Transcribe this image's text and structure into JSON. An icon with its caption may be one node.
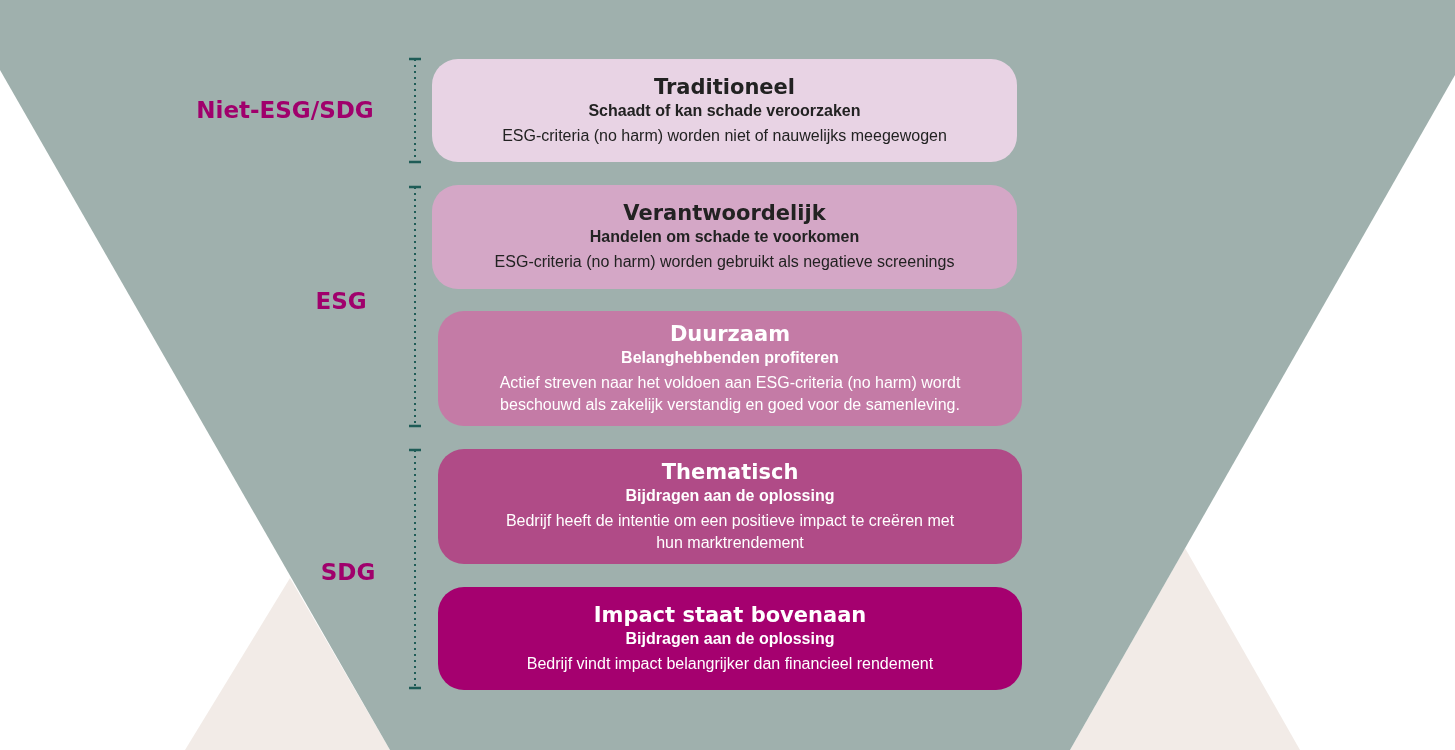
{
  "diagram": {
    "nodes": [
      {
        "text": [
          "Traditioneel",
          "Schaadt of kan schade veroorzaken",
          "ESG-criteria (no harm) worden niet of nauwelijks meegewogen"
        ]
      },
      {
        "text": [
          "Verantwoordelijk",
          "Handelen om schade te voorkomen",
          "ESG-criteria (no harm) worden gebruikt als negatieve screenings"
        ]
      },
      {
        "text": [
          "Duurzaam",
          "Belanghebbenden profiteren",
          "Actief streven naar het voldoen aan ESG-criteria (no harm) wordt beschouwd als zakelijk verstandig en goed voor de samenleving."
        ]
      },
      {
        "text": [
          "Thematisch",
          "Bijdragen aan de oplossing",
          "Bedrijf heeft de intentie om een positieve impact te creëren met hun marktrendement"
        ]
      },
      {
        "text": [
          "Impact staat bovenaan",
          "Bijdragen aan de oplossing",
          "Bedrijf vindt impact belangrijker dan financieel rendement"
        ]
      }
    ],
    "edges": [],
    "labels": [
      "Niet-ESG/SDG",
      "ESG",
      "SDG"
    ]
  }
}
